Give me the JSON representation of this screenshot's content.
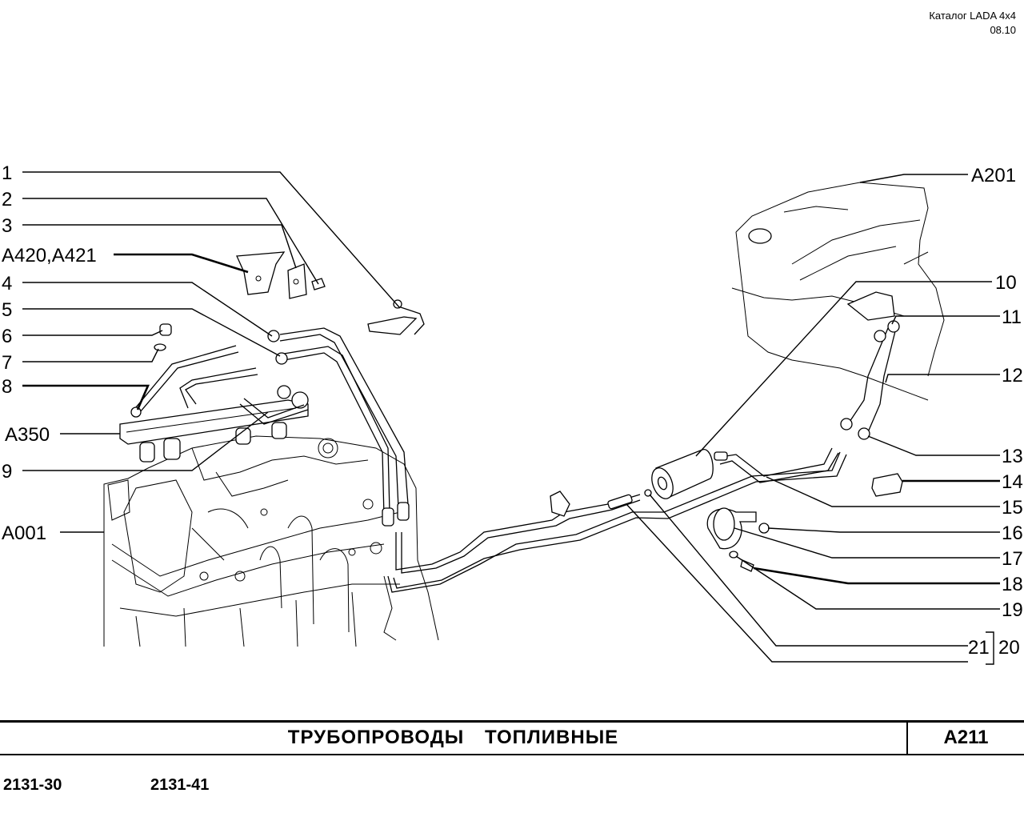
{
  "header": {
    "catalog": "Каталог  LADA  4x4",
    "date": "08.10"
  },
  "labels_left": [
    "1",
    "2",
    "3",
    "A420,A421",
    "4",
    "5",
    "6",
    "7",
    "8",
    "A350",
    "9",
    "A001"
  ],
  "labels_right": [
    "A201",
    "10",
    "11",
    "12",
    "13",
    "14",
    "15",
    "16",
    "17",
    "18",
    "19",
    "21",
    "20"
  ],
  "footer": {
    "title": "ТРУБОПРОВОДЫ   ТОПЛИВНЫЕ",
    "code": "A211"
  },
  "models": [
    "2131-30",
    "2131-41"
  ]
}
